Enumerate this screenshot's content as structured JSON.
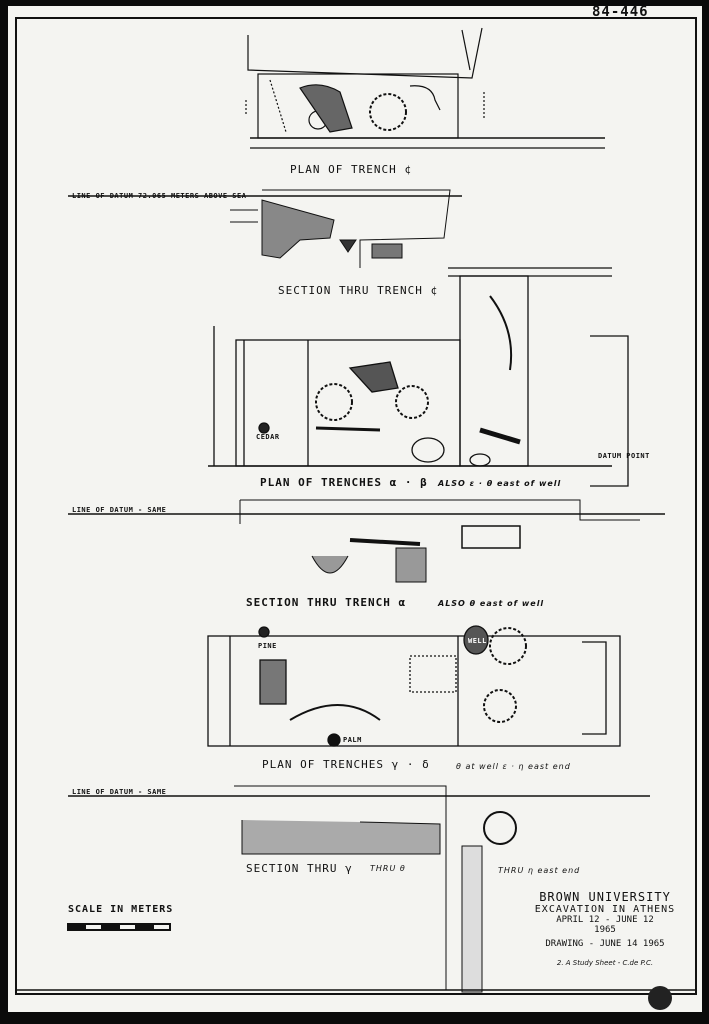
{
  "drawing_number": "84-446",
  "labels": {
    "plan_c": "PLAN OF TRENCH ¢",
    "datum_1": "LINE OF DATUM   72.065 METERS   ABOVE SEA",
    "section_c": "SECTION THRU TRENCH ¢",
    "plan_ab": "PLAN OF TRENCHES  α · β",
    "plan_ab_also": "ALSO  ε · θ  east of well",
    "datum_point": "DATUM POINT",
    "cedar": "CEDAR",
    "datum_2": "LINE OF DATUM - SAME",
    "section_a": "SECTION THRU TRENCH  α",
    "section_a_also": "ALSO  θ  east of well",
    "pine": "PINE",
    "well": "WELL",
    "palm": "PALM",
    "plan_gd": "PLAN OF TRENCHES  γ · δ",
    "plan_gd_also": "θ at well  ε · η east end",
    "datum_3": "LINE OF DATUM - SAME",
    "section_g": "SECTION THRU  γ",
    "section_g_thru": "THRU θ",
    "section_g_east": "THRU η east end",
    "scale": "SCALE IN METERS"
  },
  "title_block": {
    "university": "BROWN UNIVERSITY",
    "project": "EXCAVATION IN ATHENS",
    "dates": "APRIL 12 - JUNE 12",
    "year": "1965",
    "drawing": "DRAWING - JUNE 14  1965",
    "sheet": "2.   A Study Sheet - C.de P.C."
  }
}
